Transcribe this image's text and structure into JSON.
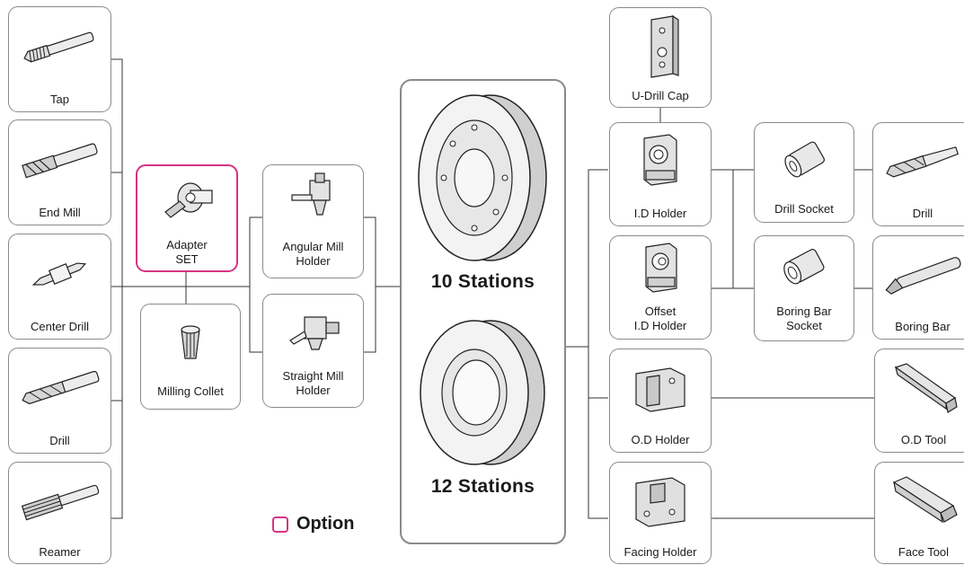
{
  "colors": {
    "box_border": "#8a8a8a",
    "option_border": "#d63384",
    "line": "#333333"
  },
  "legend": {
    "label": "Option"
  },
  "turret": {
    "stations_10": "10 Stations",
    "stations_12": "12 Stations"
  },
  "left_tools": {
    "tap": "Tap",
    "end_mill": "End Mill",
    "center_drill": "Center Drill",
    "drill": "Drill",
    "reamer": "Reamer"
  },
  "adapters": {
    "adapter_set": "Adapter\nSET",
    "milling_collet": "Milling Collet",
    "angular_mill_holder": "Angular Mill\nHolder",
    "straight_mill_holder": "Straight Mill\nHolder"
  },
  "holders": {
    "u_drill_cap": "U-Drill Cap",
    "id_holder": "I.D Holder",
    "offset_id_holder": "Offset\nI.D Holder",
    "od_holder": "O.D Holder",
    "facing_holder": "Facing Holder"
  },
  "sockets": {
    "drill_socket": "Drill Socket",
    "boring_bar_socket": "Boring Bar\nSocket"
  },
  "right_tools": {
    "drill": "Drill",
    "boring_bar": "Boring Bar",
    "od_tool": "O.D Tool",
    "face_tool": "Face Tool"
  }
}
